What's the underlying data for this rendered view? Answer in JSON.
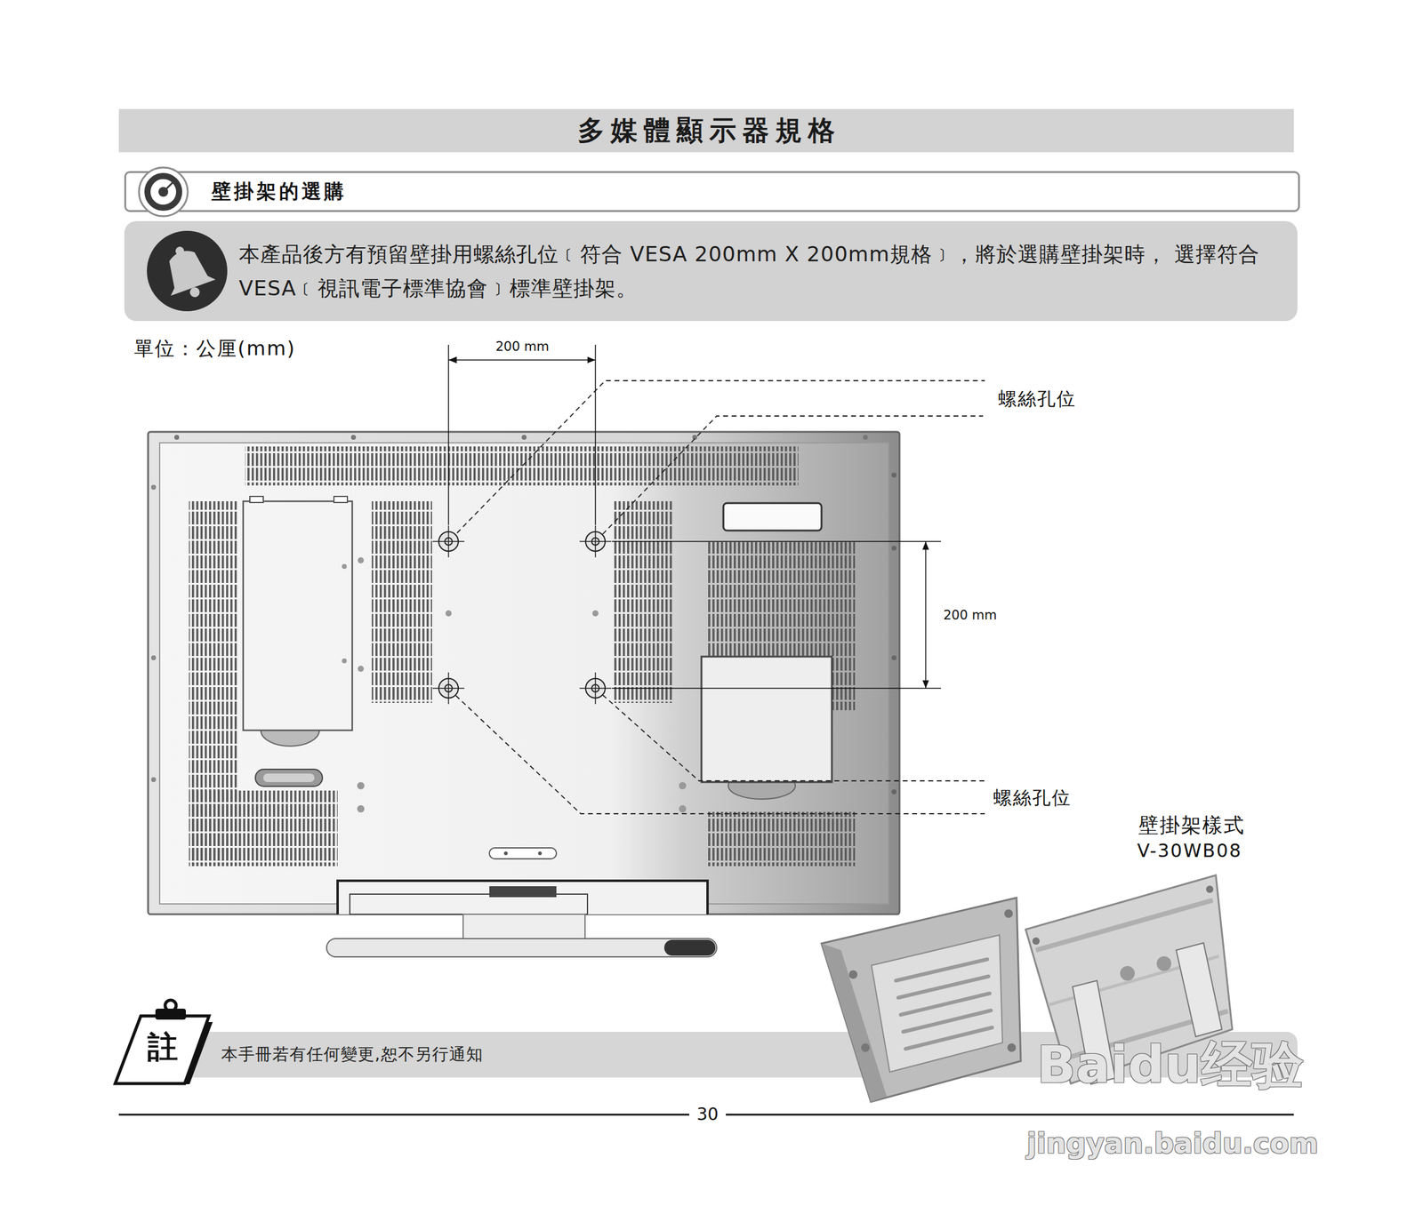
{
  "diagram": {
    "title": "多媒體顯示器規格",
    "nodes": [
      {
        "text": [
          "壁掛架的選購"
        ]
      },
      {
        "text": [
          "本產品後方有預留壁掛用螺絲孔位﹝符合 VESA 200mm X 200mm規格﹞，將於選購壁掛架時， 選擇符合 VESA﹝視訊電子標準協會﹞標準壁掛架。"
        ]
      },
      {
        "text": [
          "註"
        ]
      },
      {
        "text": [
          "本手冊若有任何變更,恕不另行通知"
        ]
      }
    ],
    "labels": [
      "單位：公厘(mm)",
      "200 mm",
      "200 mm",
      "螺絲孔位",
      "螺絲孔位",
      "壁掛架樣式",
      "V-30WB08",
      "30",
      "Baidu经验",
      "jingyan.baidu.com"
    ]
  }
}
